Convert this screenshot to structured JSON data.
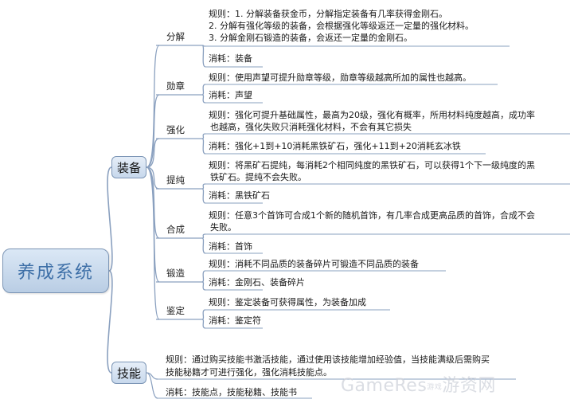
{
  "root": {
    "label": "养成系统"
  },
  "equip": {
    "label": "装备",
    "branches": [
      {
        "name": "分解",
        "rule": [
          "规则：1. 分解装备获金币，分解指定装备有几率获得金刚石。",
          "2. 分解有强化等级的装备，会根据强化等级返还一定量的强化材料。",
          "3. 分解金刚石锻造的装备，会返还一定量的金刚石。"
        ],
        "cost": [
          "消耗：装备"
        ]
      },
      {
        "name": "勋章",
        "rule": [
          "规则：使用声望可提升勋章等级，勋章等级越高所加的属性也越高。"
        ],
        "cost": [
          "消耗：声望"
        ]
      },
      {
        "name": "强化",
        "rule": [
          "规则：强化可提升基础属性，最高为20级，强化有概率，所用材料纯度越高，成功率",
          "也越高，强化失败只消耗强化材料，不会有其它损失"
        ],
        "cost": [
          "消耗：强化+1到+10消耗黑铁矿石，强化+11到+20消耗玄冰铁"
        ]
      },
      {
        "name": "提纯",
        "rule": [
          "规则：将黑矿石提纯，每消耗2个相同纯度的黑铁矿石，可以获得1个下一级纯度的黑",
          "铁矿石。提纯不会失败。"
        ],
        "cost": [
          "消耗：黑铁矿石"
        ]
      },
      {
        "name": "合成",
        "rule": [
          "规则：任意3个首饰可合成1个新的随机首饰，有几率合成更高品质的首饰，合成不会",
          "失败。"
        ],
        "cost": [
          "消耗：首饰"
        ]
      },
      {
        "name": "锻造",
        "rule": [
          "规则：消耗不同品质的装备碎片可锻造不同品质的装备"
        ],
        "cost": [
          "消耗：金刚石、装备碎片"
        ]
      },
      {
        "name": "鉴定",
        "rule": [
          "规则：鉴定装备可获得属性，为装备加成"
        ],
        "cost": [
          "消耗：鉴定符"
        ]
      }
    ]
  },
  "skill": {
    "label": "技能",
    "rule": [
      "规则：通过购买技能书激活技能，通过使用该技能增加经验值，当技能满级后需购买",
      "技能秘籍才可进行强化，强化消耗技能点。"
    ],
    "cost": [
      "消耗：技能点，技能秘籍、技能书"
    ]
  },
  "watermark": {
    "text": "GameRes",
    "small": "游戏",
    "text2": "游资网"
  },
  "colors": {
    "line": "#8aa0bf",
    "node_border": "#7d96b6",
    "node_fill": "#c7d8ec",
    "root_text": "#3d6fa7"
  }
}
